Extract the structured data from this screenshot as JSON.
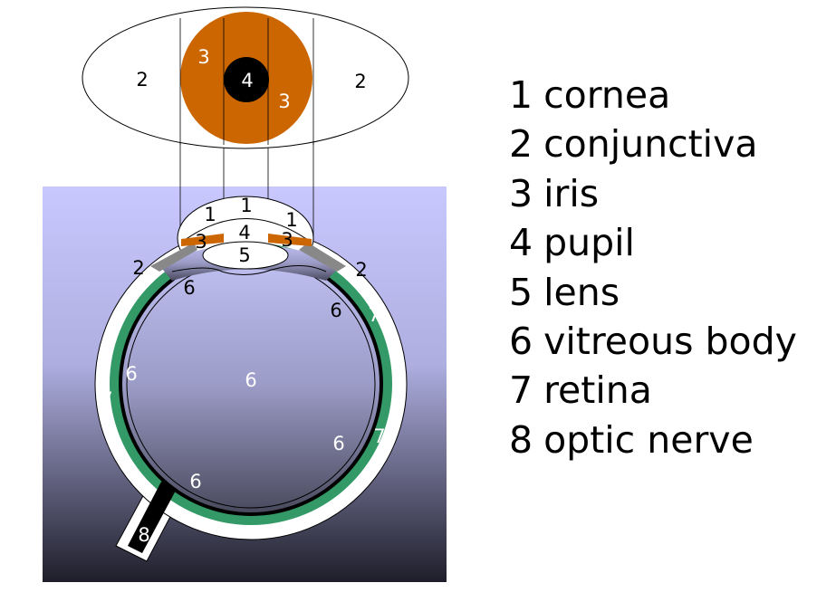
{
  "legend": [
    {
      "number": "1",
      "term": "cornea"
    },
    {
      "number": "2",
      "term": "conjunctiva"
    },
    {
      "number": "3",
      "term": "iris"
    },
    {
      "number": "4",
      "term": "pupil"
    },
    {
      "number": "5",
      "term": "lens"
    },
    {
      "number": "6",
      "term": "vitreous body"
    },
    {
      "number": "7",
      "term": "retina"
    },
    {
      "number": "8",
      "term": "optic nerve"
    }
  ],
  "front_view": {
    "sclera_left": "2",
    "sclera_right": "2",
    "iris_upper_left": "3",
    "iris_lower_right": "3",
    "pupil": "4"
  },
  "cross_section": {
    "cornea_top": "1",
    "cornea_left": "1",
    "cornea_right": "1",
    "iris_left": "3",
    "iris_right": "3",
    "pupil": "4",
    "lens": "5",
    "conjunctiva_left": "2",
    "conjunctiva_right": "2",
    "vitreous_upper_left": "6",
    "vitreous_upper_right": "6",
    "vitreous_left": "6",
    "vitreous_center": "6",
    "vitreous_lower_right": "6",
    "vitreous_bottom": "6",
    "retina_left": "7",
    "retina_upper_right": "7",
    "retina_lower_right": "7",
    "optic_nerve": "8"
  },
  "colors": {
    "iris": "#cc6600",
    "pupil": "#000000",
    "retina": "#339966",
    "conjunctiva_gray": "#888888",
    "background_top": "#c8c8ff",
    "background_bottom": "#1e1e2a"
  }
}
